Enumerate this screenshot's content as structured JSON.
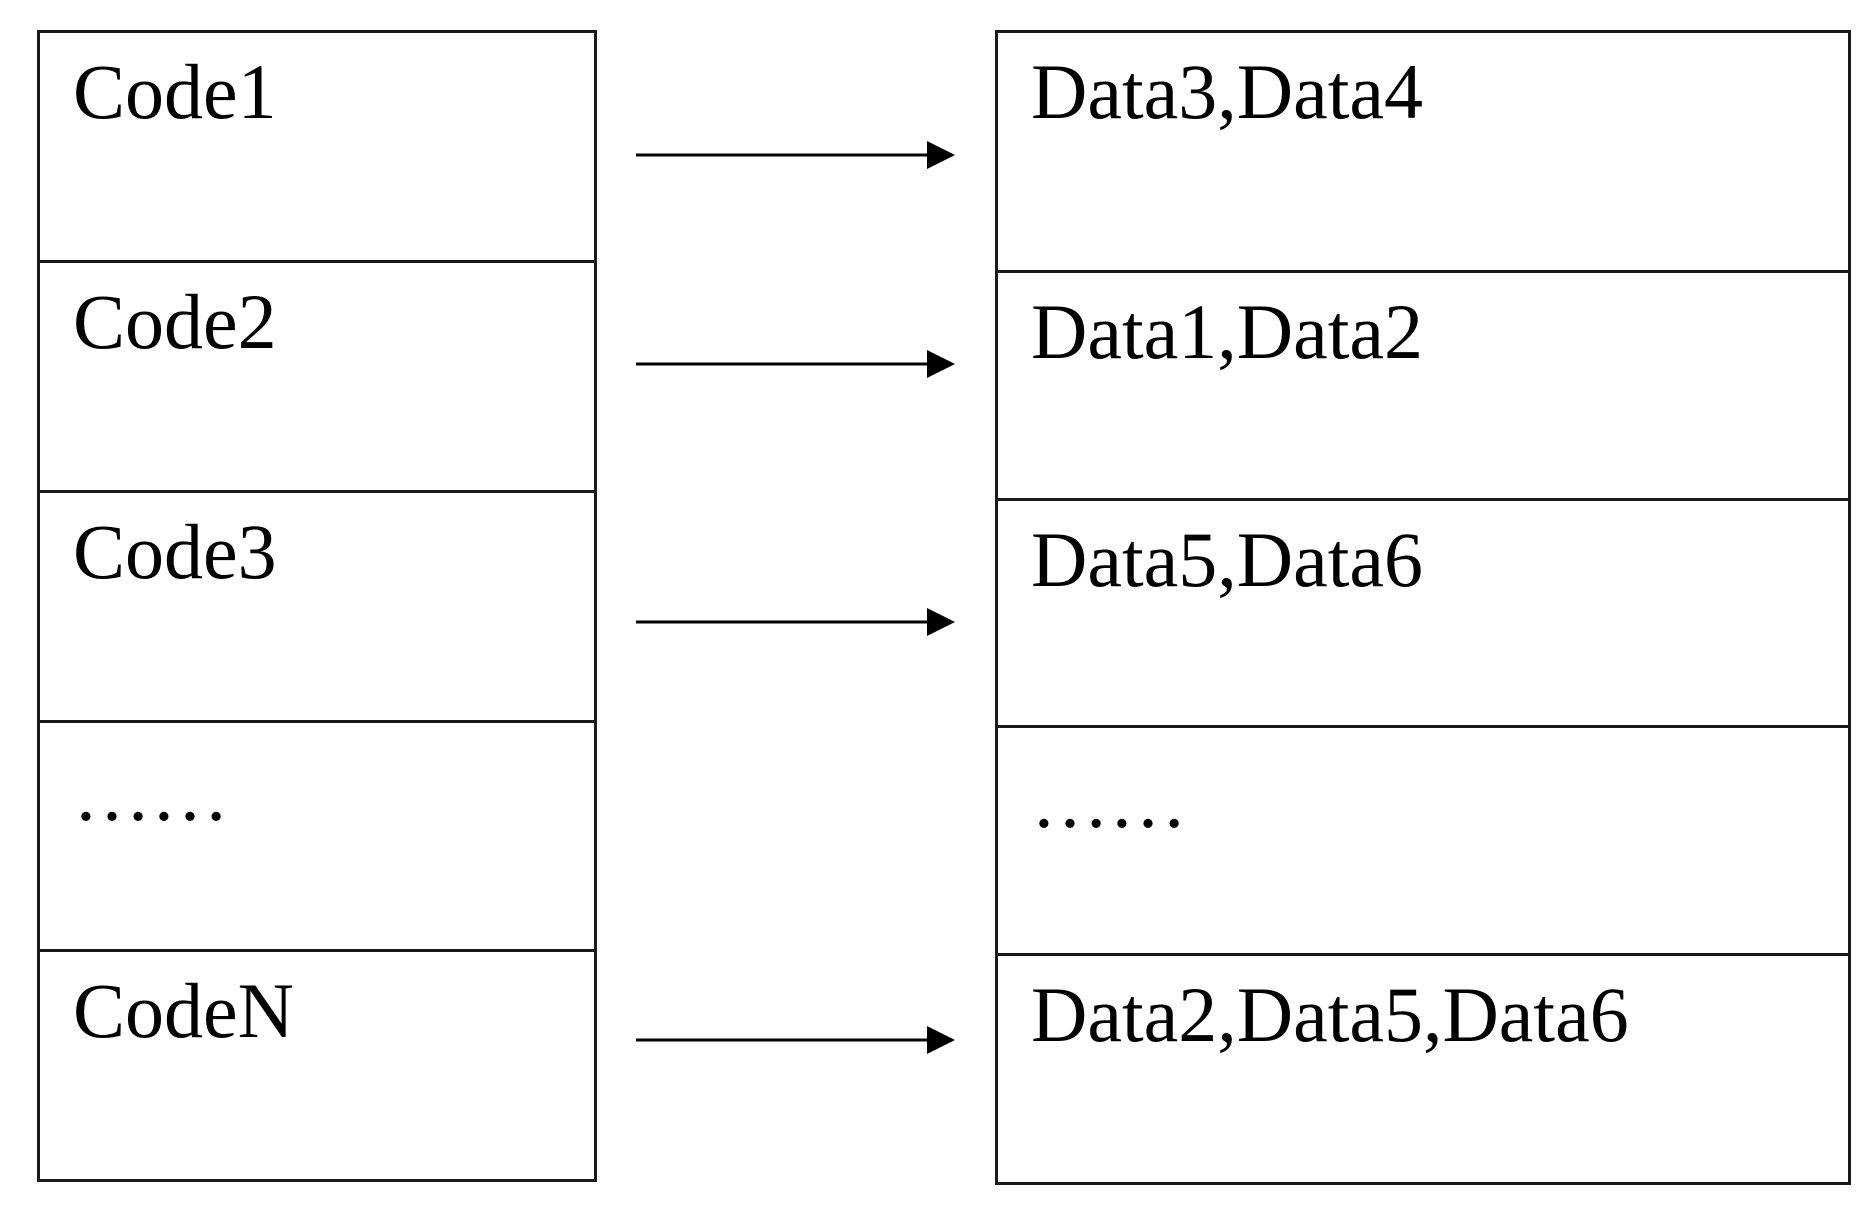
{
  "left_cells": [
    "Code1",
    "Code2",
    "Code3",
    "……",
    "CodeN"
  ],
  "right_cells": [
    "Data3,Data4",
    "Data1,Data2",
    "Data5,Data6",
    "……",
    "Data2,Data5,Data6"
  ],
  "colors": {
    "line": "#1a1a1a",
    "text": "#000000",
    "background": "#ffffff"
  }
}
